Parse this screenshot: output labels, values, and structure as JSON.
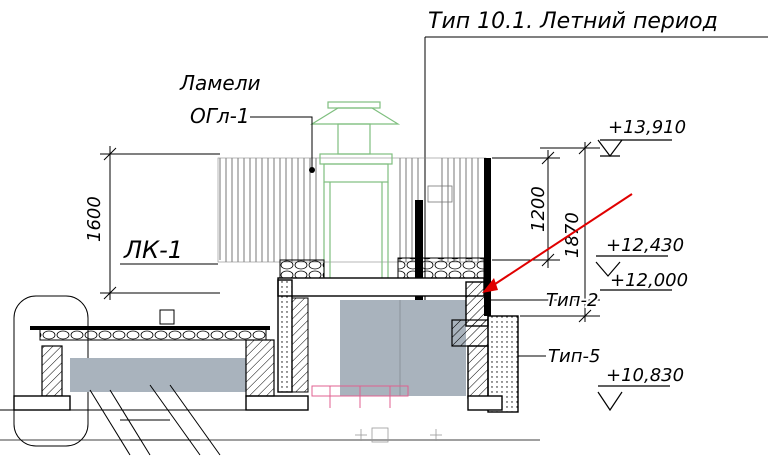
{
  "title": "Тип 10.1. Летний период",
  "labels": {
    "lamels_line1": "Ламели",
    "lamels_line2": "ОГл-1",
    "lk": "ЛК-1",
    "tip2": "Тип-2",
    "tip5": "Тип-5"
  },
  "dimensions": {
    "height_1600": "1600",
    "height_1200": "1200",
    "height_1870": "1870"
  },
  "elevations": {
    "el_13910": "+13,910",
    "el_12430": "+12,430",
    "el_12000": "+12,000",
    "el_10830": "+10,830"
  },
  "colors": {
    "line": "#000000",
    "ventilator": "#7fbf7f",
    "glass": "#a9b3bd",
    "insulation_fill": "#ffffff",
    "pointer": "#e00000",
    "pink_detail": "#e06090"
  }
}
